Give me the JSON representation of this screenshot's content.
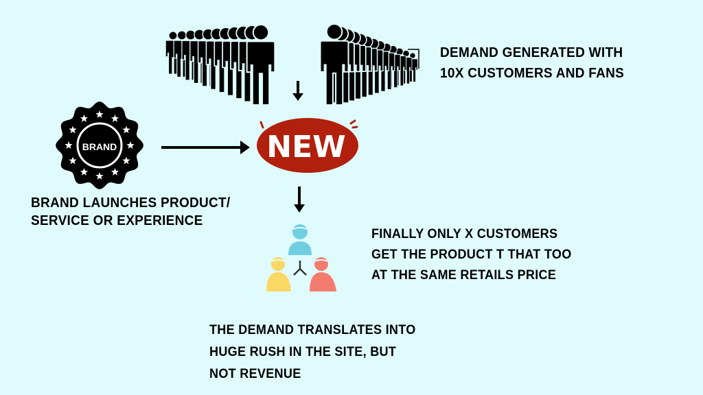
{
  "demand_text": [
    "DEMAND GENERATED WITH",
    "10X CUSTOMERS AND FANS"
  ],
  "brand_text": [
    "BRAND LAUNCHES PRODUCT/",
    "SERVICE OR EXPERIENCE"
  ],
  "final_text": [
    "FINALLY ONLY X CUSTOMERS",
    "GET THE PRODUCT T THAT TOO",
    "AT THE SAME RETAILS PRICE"
  ],
  "bottom_text": [
    "THE DEMAND TRANSLATES INTO",
    "HUGE RUSH IN THE SITE, BUT",
    "NOT REVENUE"
  ],
  "badge_label": "BRAND",
  "new_label": "NEW",
  "colors": {
    "background": "#e0fbfc",
    "new_badge": "#b0200c",
    "person_blue": "#6fcfe0",
    "person_yellow": "#fbd764",
    "person_red": "#f47c6e"
  }
}
